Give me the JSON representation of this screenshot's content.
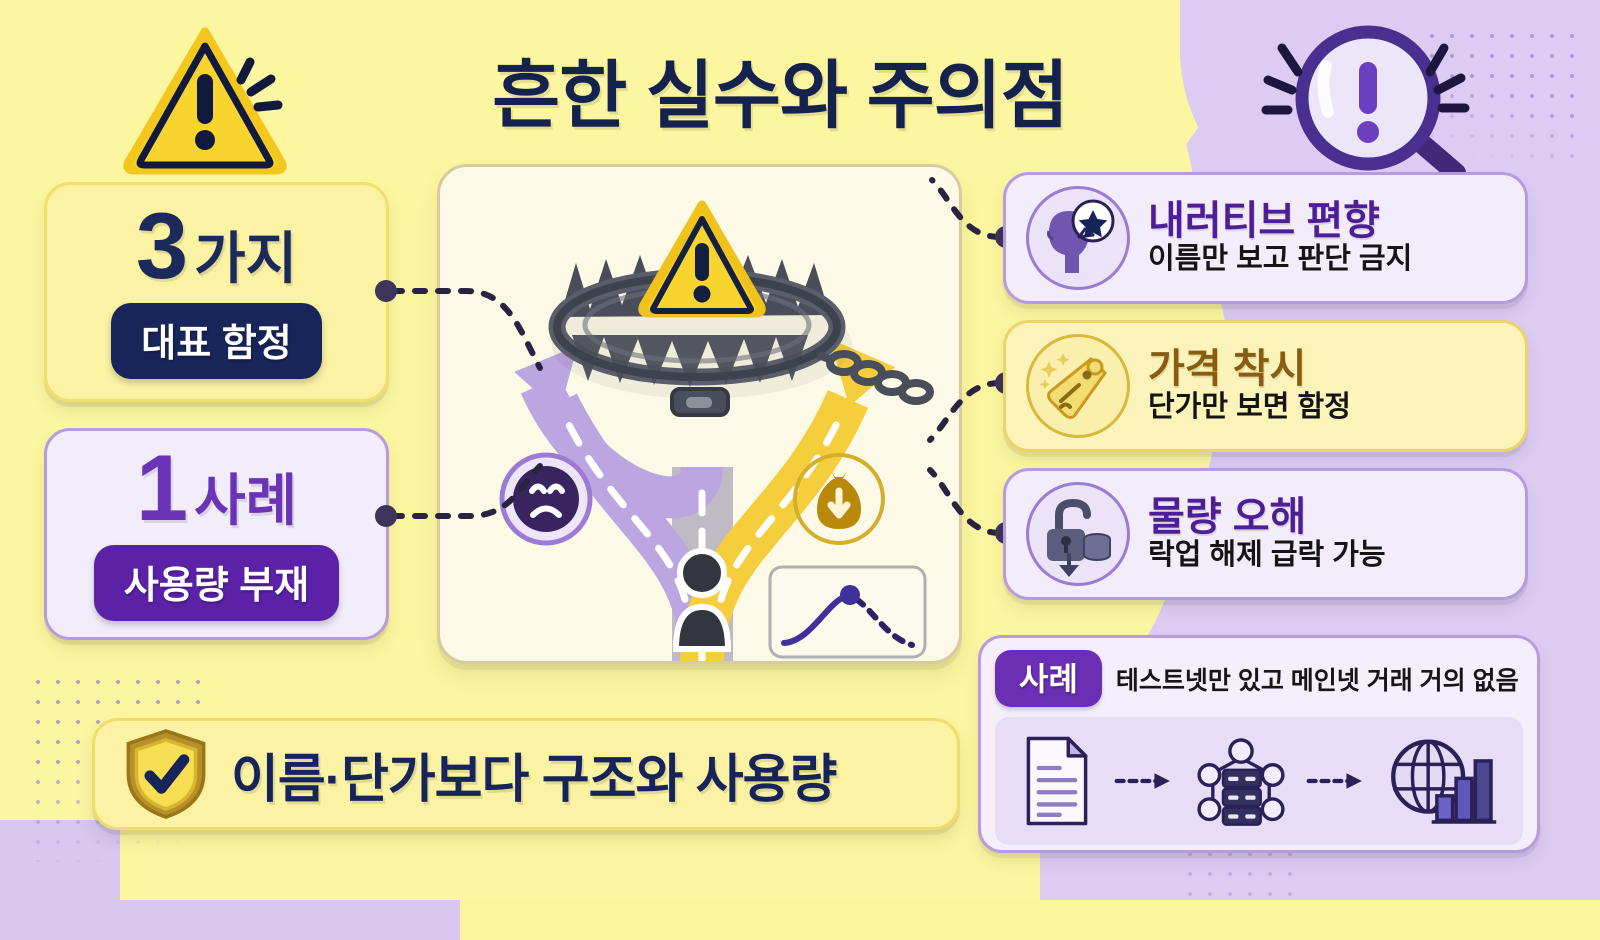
{
  "title": "흔한 실수와 주의점",
  "colors": {
    "navy": "#17245A",
    "purple": "#6B2FB5",
    "gold": "#8A5C10",
    "yellow_bg": "#FCF6A0",
    "lavender_bg": "#DCCCF2",
    "panel_cream": "#FCFAE6"
  },
  "top_icons": {
    "left": "warning-triangle-icon",
    "right": "magnifier-exclamation-icon"
  },
  "left_cards": [
    {
      "number": "3",
      "unit": "가지",
      "pill": "대표 함정",
      "theme": "yellow"
    },
    {
      "number": "1",
      "unit": "사례",
      "pill": "사용량 부재",
      "theme": "purple"
    }
  ],
  "center": {
    "icons": [
      "bear-trap-icon",
      "warning-triangle-icon",
      "chain-icon",
      "sad-face-icon",
      "money-bag-down-arrow-icon",
      "person-icon",
      "peak-curve-chart-icon"
    ],
    "paths": {
      "left_arrow_color": "#B9A3E0",
      "right_arrow_color": "#F5CE3E",
      "center_road_color": "#BFBAC3"
    }
  },
  "right_cards": [
    {
      "icon": "head-thought-star-icon",
      "title": "내러티브 편향",
      "subtitle": "이름만 보고 판단 금지",
      "theme": "purple"
    },
    {
      "icon": "price-tag-icon",
      "title": "가격 착시",
      "subtitle": "단가만 보면 함정",
      "theme": "yellow"
    },
    {
      "icon": "unlock-coins-icon",
      "title": "물량 오해",
      "subtitle": "락업 해제 급락 가능",
      "theme": "purple"
    }
  ],
  "case_box": {
    "pill": "사례",
    "note": "테스트넷만 있고 메인넷 거래 거의 없음",
    "flow": [
      "document-icon",
      "network-server-icon",
      "globe-bar-chart-icon"
    ]
  },
  "banner": {
    "icon": "shield-check-icon",
    "text": "이름·단가보다 구조와 사용량"
  }
}
